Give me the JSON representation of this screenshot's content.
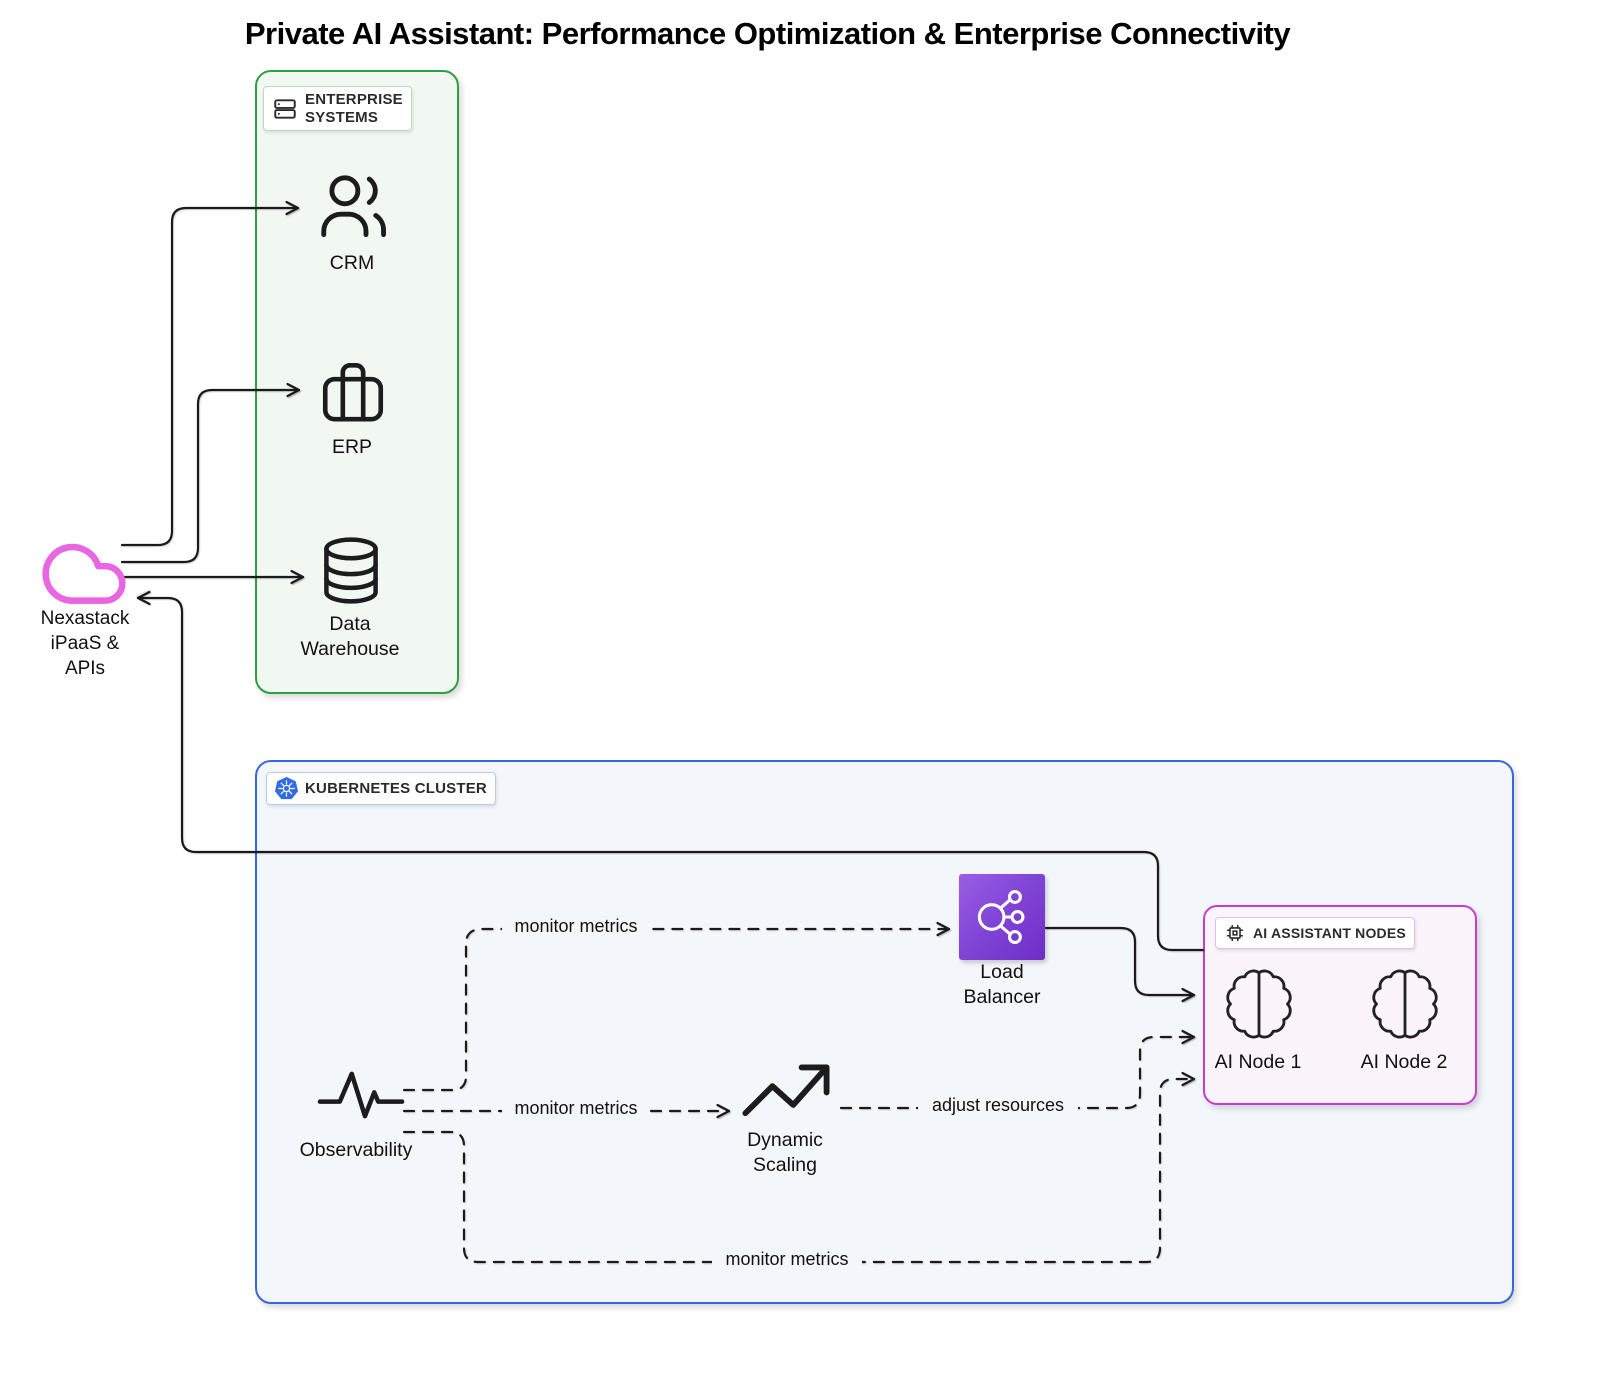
{
  "title": "Private AI Assistant: Performance Optimization & Enterprise Connectivity",
  "groups": {
    "enterprise": {
      "label": "ENTERPRISE\nSYSTEMS",
      "icon": "server-icon",
      "border_color": "#2f9e44"
    },
    "kubernetes": {
      "label": "KUBERNETES CLUSTER",
      "icon": "kubernetes-icon",
      "border_color": "#3468e0",
      "logo_blue": "#326ce5"
    },
    "ai_nodes": {
      "label": "AI ASSISTANT NODES",
      "icon": "chip-icon",
      "border_color": "#c83ccb"
    }
  },
  "nodes": {
    "crm": {
      "label": "CRM",
      "icon": "users-icon"
    },
    "erp": {
      "label": "ERP",
      "icon": "briefcase-icon"
    },
    "data_warehouse": {
      "label": "Data\nWarehouse",
      "icon": "database-icon"
    },
    "nexastack": {
      "label": "Nexastack\niPaaS &\nAPIs",
      "icon": "cloud-icon",
      "accent": "#e966e3"
    },
    "observability": {
      "label": "Observability",
      "icon": "activity-icon"
    },
    "load_balancer": {
      "label": "Load\nBalancer",
      "icon": "load-balancer-icon",
      "gradient_start": "#9b5fe3",
      "gradient_end": "#6e2dc6"
    },
    "dynamic_scaling": {
      "label": "Dynamic\nScaling",
      "icon": "trending-up-icon"
    },
    "ai_node_1": {
      "label": "AI Node 1",
      "icon": "brain-icon"
    },
    "ai_node_2": {
      "label": "AI Node 2",
      "icon": "brain-icon"
    }
  },
  "edges": {
    "monitor_metrics_lb": "monitor metrics",
    "monitor_metrics_ds": "monitor metrics",
    "adjust_resources": "adjust resources",
    "monitor_metrics_nodes": "monitor metrics",
    "edge_color": "#1a1a1a"
  }
}
